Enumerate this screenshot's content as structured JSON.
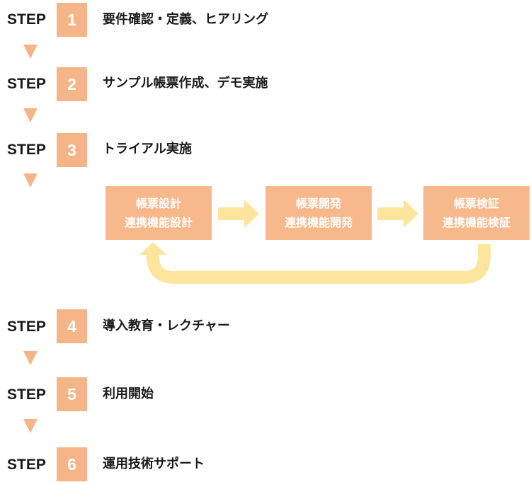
{
  "colors": {
    "step_box": "#f5b589",
    "triangle": "#f5b589",
    "process_box": "#f7b88c",
    "arrow": "#fde59e"
  },
  "steps": [
    {
      "label": "STEP",
      "number": "1",
      "title": "要件確認・定義、ヒアリング"
    },
    {
      "label": "STEP",
      "number": "2",
      "title": "サンプル帳票作成、デモ実施"
    },
    {
      "label": "STEP",
      "number": "3",
      "title": "トライアル実施"
    },
    {
      "label": "STEP",
      "number": "4",
      "title": "導入教育・レクチャー"
    },
    {
      "label": "STEP",
      "number": "5",
      "title": "利用開始"
    },
    {
      "label": "STEP",
      "number": "6",
      "title": "運用技術サポート"
    }
  ],
  "trial_process": [
    {
      "line1": "帳票設計",
      "line2": "連携機能設計"
    },
    {
      "line1": "帳票開発",
      "line2": "連携機能開発"
    },
    {
      "line1": "帳票検証",
      "line2": "連携機能検証"
    }
  ]
}
